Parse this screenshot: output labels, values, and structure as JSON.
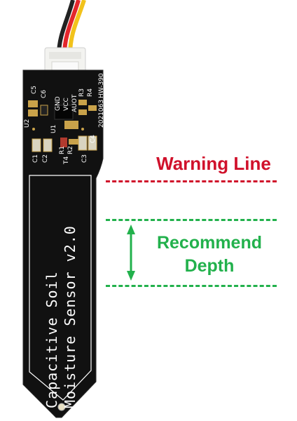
{
  "labels": {
    "warning": "Warning Line",
    "depth_line1": "Recommend",
    "depth_line2": "Depth"
  },
  "board_text": {
    "line1": "Capacitive Soil",
    "line2": "Moisture Sensor v2.0",
    "model": "HW-390",
    "date": "2021063",
    "pins": [
      "GND",
      "VCC",
      "AUOT"
    ],
    "components": [
      "C5",
      "C6",
      "U2",
      "U1",
      "R3",
      "R4",
      "R2",
      "R1",
      "C1",
      "C2",
      "T4",
      "C3",
      "C4"
    ]
  },
  "colors": {
    "warning": "#d0112b",
    "depth": "#22b14c",
    "board": "#101010",
    "silkscreen": "#ffffff",
    "pad": "#c9a24a",
    "wire_red": "#e3262b",
    "wire_yellow": "#f2c21b",
    "wire_black": "#222222"
  }
}
